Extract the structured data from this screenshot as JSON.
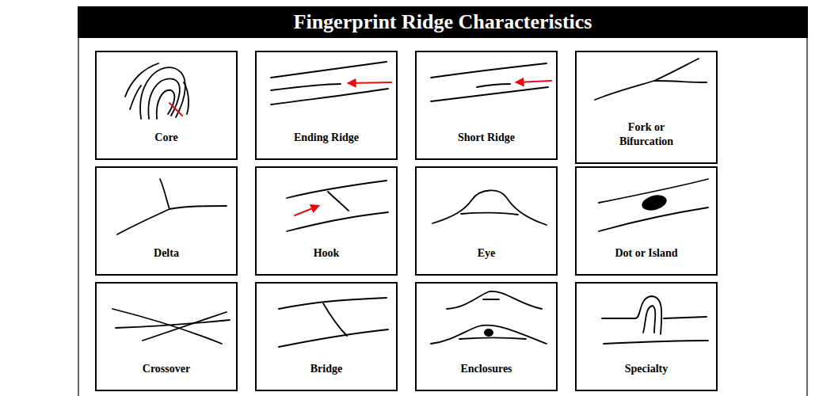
{
  "diagram": {
    "title": "Fingerprint Ridge Characteristics",
    "nodes": [
      {
        "text": [
          "Core"
        ]
      },
      {
        "text": [
          "Ending Ridge"
        ]
      },
      {
        "text": [
          "Short Ridge"
        ]
      },
      {
        "text": [
          "Fork or Bifurcation"
        ]
      },
      {
        "text": [
          "Delta"
        ]
      },
      {
        "text": [
          "Hook"
        ]
      },
      {
        "text": [
          "Eye"
        ]
      },
      {
        "text": [
          "Dot or Island"
        ]
      },
      {
        "text": [
          "Crossover"
        ]
      },
      {
        "text": [
          "Bridge"
        ]
      },
      {
        "text": [
          "Enclosures"
        ]
      },
      {
        "text": [
          "Specialty"
        ]
      }
    ]
  }
}
